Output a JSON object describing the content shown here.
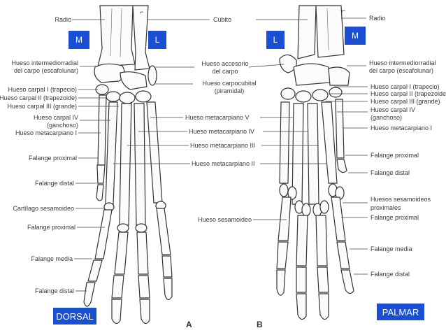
{
  "markers": {
    "dorsal_m": "M",
    "dorsal_l": "L",
    "palmar_l": "L",
    "palmar_m": "M",
    "dorsal": "DORSAL",
    "palmar": "PALMAR"
  },
  "panel_letters": {
    "a": "A",
    "b": "B"
  },
  "labels_left": {
    "radio": "Radio",
    "intermedio": [
      "Hueso intermediorradial",
      "del carpo (escafolunar)"
    ],
    "carpal1": "Hueso carpal I (trapecio)",
    "carpal2": "Hueso carpal II (trapezoide)",
    "carpal3": "Hueso carpal III (grande)",
    "carpal4": [
      "Hueso carpal IV",
      "(ganchoso)"
    ],
    "meta1": "Hueso metacarpiano I",
    "falange_prox": "Falange proximal",
    "falange_distal": "Falange distal",
    "cartilago": "Cartílago sesamoideo",
    "falange_prox2": "Falange proximal",
    "falange_media": "Falange media",
    "falange_distal2": "Falange distal"
  },
  "labels_center": {
    "cubito": "Cúbito",
    "accesorio": [
      "Hueso accesorio",
      "del carpo"
    ],
    "carpocubital": [
      "Hueso carpocubital",
      "(piramidal)"
    ],
    "meta5": "Hueso metacarpiano V",
    "meta4": "Hueso metacarpiano IV",
    "meta3": "Hueso metacarpiano III",
    "meta2": "Hueso metacarpiano II",
    "sesamoideo": "Hueso sesamoideo"
  },
  "labels_right": {
    "radio": "Radio",
    "intermedio": [
      "Hueso intermediorradial",
      "del carpo (escafolunar)"
    ],
    "carpal1": "Hueso carpal I (trapecio)",
    "carpal2": "Hueso carpal II (trapezoide)",
    "carpal3": "Hueso carpal III (grande)",
    "carpal4": [
      "Hueso carpal IV",
      "(ganchoso)"
    ],
    "meta1": "Hueso metacarpiano I",
    "falange_prox": "Falange proximal",
    "falange_distal": "Falange distal",
    "sesamoideos": [
      "Huesos sesamoideos",
      "proximales"
    ],
    "falange_prox2": "Falange proximal",
    "falange_media": "Falange media",
    "falange_distal2": "Falange distal"
  }
}
